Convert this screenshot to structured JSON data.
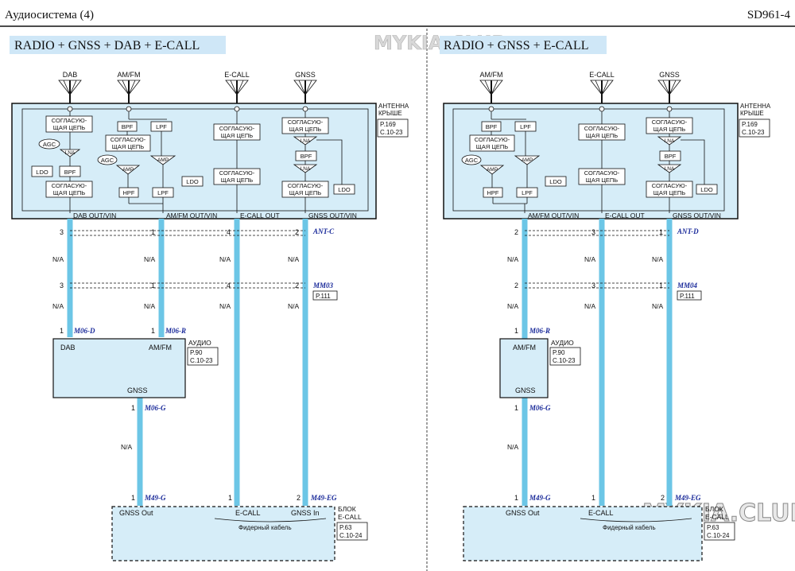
{
  "header": {
    "title": "Аудиосистема (4)",
    "page_code": "SD961-4"
  },
  "watermark": "MYKIA.CLUB",
  "left": {
    "title": "RADIO + GNSS + DAB + E-CALL",
    "antennas": [
      "DAB",
      "AM/FM",
      "E-CALL",
      "GNSS"
    ],
    "module_label": "АНТЕННА КРЫШЕ",
    "module_label_1": "АНТЕННА",
    "module_label_2": "КРЫШЕ",
    "module_ref_1": "P.169",
    "module_ref_2": "C.10-23",
    "match1": "СОГЛАСУЮ-",
    "match2": "ЩАЯ ЦЕПЬ",
    "blocks": {
      "bpf": "BPF",
      "lpf": "LPF",
      "hpf": "HPF",
      "amp": "AMP",
      "lna": "LNA",
      "ldo": "LDO",
      "agc": "AGC"
    },
    "outputs": [
      "DAB OUT/VIN",
      "AM/FM OUT/VIN",
      "E-CALL OUT",
      "GNSS OUT/VIN"
    ],
    "conn1": {
      "name": "ANT-C",
      "pins": [
        "3",
        "1",
        "4",
        "2"
      ]
    },
    "na": "N/A",
    "conn2": {
      "name": "MM03",
      "ref": "P.111",
      "pins": [
        "3",
        "1",
        "4",
        "2"
      ]
    },
    "audio_pins": [
      "1",
      "1"
    ],
    "audio_conns": [
      "M06-D",
      "M06-R"
    ],
    "audio": {
      "label": "АУДИО",
      "ref_1": "P.90",
      "ref_2": "C.10-23",
      "dab": "DAB",
      "amfm": "AM/FM",
      "gnss": "GNSS"
    },
    "gnss_conn": {
      "pin": "1",
      "name": "M06-G"
    },
    "ecall_conn_pins": [
      "1",
      "1",
      "2"
    ],
    "ecall_conn": "M49-G",
    "ecall_conn2": "M49-EG",
    "ecall": {
      "label_1": "БЛОК",
      "label_2": "E-CALL",
      "ref_1": "P.63",
      "ref_2": "C.10-24",
      "gnss_out": "GNSS Out",
      "ecall": "E-CALL",
      "gnss_in": "GNSS In",
      "feeder": "Фидерный кабель"
    }
  },
  "right": {
    "title": "RADIO + GNSS + E-CALL",
    "antennas": [
      "AM/FM",
      "E-CALL",
      "GNSS"
    ],
    "module_label_1": "АНТЕННА",
    "module_label_2": "КРЫШЕ",
    "module_ref_1": "P.169",
    "module_ref_2": "C.10-23",
    "outputs": [
      "AM/FM OUT/VIN",
      "E-CALL OUT",
      "GNSS OUT/VIN"
    ],
    "conn1": {
      "name": "ANT-D",
      "pins": [
        "2",
        "3",
        "1"
      ]
    },
    "conn2": {
      "name": "MM04",
      "ref": "P.111",
      "pins": [
        "2",
        "3",
        "1"
      ]
    },
    "audio_pin": "1",
    "audio_conn": "M06-R",
    "audio": {
      "label": "АУДИО",
      "ref_1": "P.90",
      "ref_2": "C.10-23",
      "amfm": "AM/FM",
      "gnss": "GNSS"
    },
    "gnss_conn": {
      "pin": "1",
      "name": "M06-G"
    },
    "ecall_conn_pins": [
      "1",
      "1",
      "2"
    ],
    "ecall_conn": "M49-G",
    "ecall_conn2": "M49-EG",
    "ecall": {
      "label_1": "БЛОК",
      "label_2": "E-CALL",
      "ref_1": "P.63",
      "ref_2": "C.10-24",
      "gnss_out": "GNSS Out",
      "ecall": "E-CALL",
      "feeder": "Фидерный кабель"
    }
  }
}
